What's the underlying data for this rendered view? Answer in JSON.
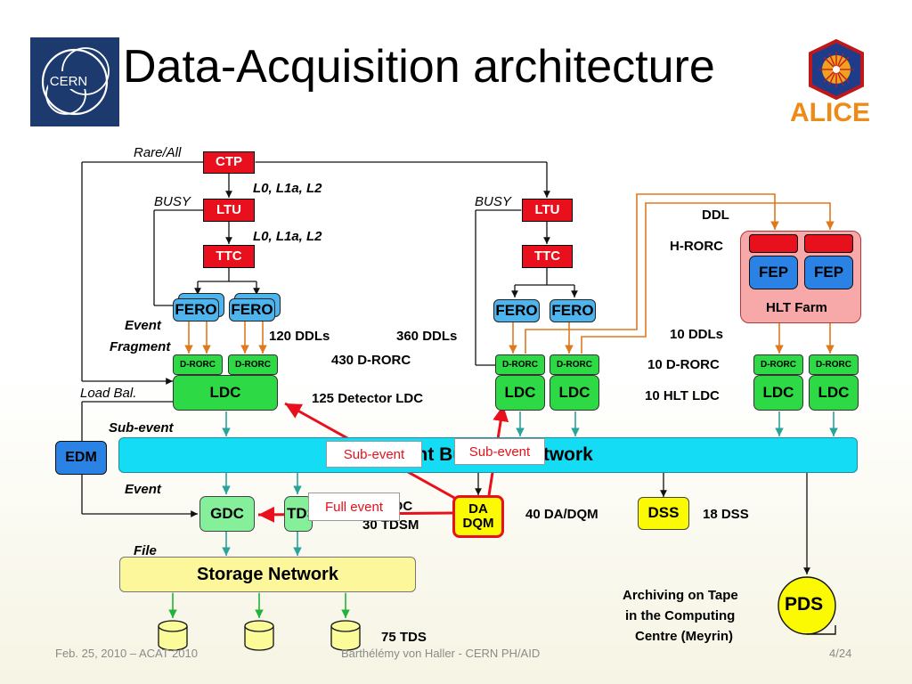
{
  "slide": {
    "title": "Data-Acquisition architecture",
    "logo_left": "CERN",
    "logo_right": "ALICE"
  },
  "nodes": {
    "ctp": "CTP",
    "ltu": "LTU",
    "ttc": "TTC",
    "fero": "FERO",
    "fep": "FEP",
    "hlt_farm": "HLT Farm",
    "d_rorc": "D-RORC",
    "ldc": "LDC",
    "edm": "EDM",
    "event_building_network": "Event Building Network",
    "gdc": "GDC",
    "tds": "TDS",
    "da_dqm": [
      "DA",
      "DQM"
    ],
    "dss": "DSS",
    "storage_network": "Storage Network",
    "pds": "PDS"
  },
  "labels": {
    "rare_all": "Rare/All",
    "busy": "BUSY",
    "l0_l1a_l2": "L0, L1a, L2",
    "event_fragment": [
      "Event",
      "Fragment"
    ],
    "load_bal": "Load Bal.",
    "sub_event": "Sub-event",
    "event": "Event",
    "file": "File",
    "ddl": "DDL",
    "h_rorc": "H-RORC"
  },
  "counts": {
    "ddls_120": "120 DDLs",
    "ddls_360": "360 DDLs",
    "d_rorc_430": "430 D-RORC",
    "detector_ldc_125": "125 Detector LDC",
    "ddls_10": "10 DDLs",
    "d_rorc_10": "10 D-RORC",
    "hlt_ldc_10": "10 HLT LDC",
    "gdc_60": "60 GDC",
    "tdsm_30": "30 TDSM",
    "da_dqm_40": "40 DA/DQM",
    "dss_18": "18 DSS",
    "tds_75": "75 TDS",
    "archiving": [
      "Archiving on Tape",
      "in the Computing",
      "Centre (Meyrin)"
    ]
  },
  "callouts": {
    "sub_event_1": "Sub-event",
    "sub_event_2": "Sub-event",
    "full_event": "Full event"
  },
  "footer": {
    "date_event": "Feb. 25, 2010 – ACAT 2010",
    "author": "Barthélémy von Haller - CERN PH/AID",
    "page": "4/24"
  },
  "colors": {
    "trigger_red": "#e8101c",
    "fero_blue": "#4db4ee",
    "readout_green": "#2ed946",
    "network_cyan": "#14dcf4",
    "storage_yellow": "#fbf79a",
    "ddl_orange": "#e0781e",
    "arrow_teal": "#2aa39a",
    "hlt_pink": "#f7a8a8"
  }
}
